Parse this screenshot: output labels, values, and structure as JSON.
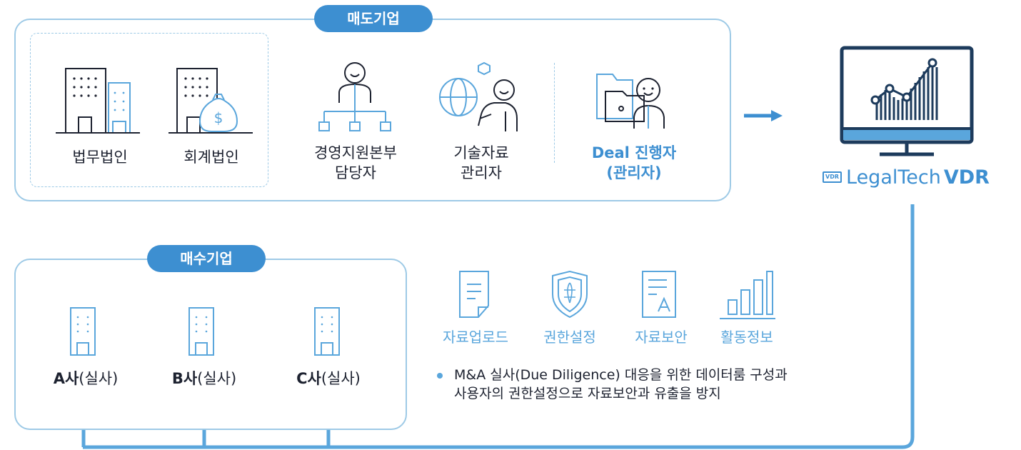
{
  "seller": {
    "title": "매도기업",
    "items": [
      {
        "label": "법무법인",
        "icon": "law-firm-building-icon"
      },
      {
        "label": "회계법인",
        "icon": "accounting-firm-building-icon"
      },
      {
        "label": "경영지원본부\n담당자",
        "icon": "org-chart-person-icon"
      },
      {
        "label": "기술자료\n관리자",
        "icon": "globe-person-icon"
      },
      {
        "label": "Deal 진행자\n(관리자)",
        "icon": "folder-person-icon"
      }
    ]
  },
  "buyer": {
    "title": "매수기업",
    "items": [
      {
        "bold": "A사",
        "rest": "(실사)"
      },
      {
        "bold": "B사",
        "rest": "(실사)"
      },
      {
        "bold": "C사",
        "rest": "(실사)"
      }
    ]
  },
  "vdr": {
    "badge": "VDR",
    "name_light": "LegalTech",
    "name_bold": "VDR"
  },
  "features": [
    {
      "label": "자료업로드",
      "icon": "document-upload-icon"
    },
    {
      "label": "권한설정",
      "icon": "shield-icon"
    },
    {
      "label": "자료보안",
      "icon": "secure-document-icon"
    },
    {
      "label": "활동정보",
      "icon": "bar-chart-icon"
    }
  ],
  "description": "M&A 실사(Due Diligence) 대응을 위한 데이터룸 구성과\n사용자의 권한설정으로 자료보안과 유출을 방지",
  "colors": {
    "accent": "#3d8fd1",
    "light_blue": "#5aa6dc",
    "border": "#9ecae6",
    "dark": "#1d2230"
  }
}
